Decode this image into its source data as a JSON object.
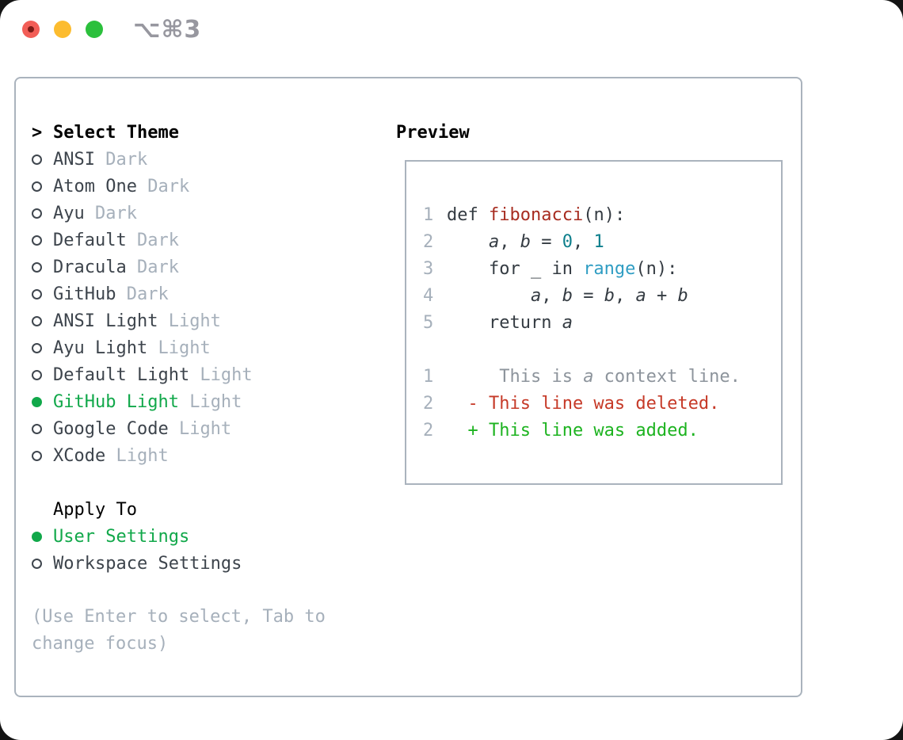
{
  "titlebar": {
    "shortcut": "⌥⌘3"
  },
  "colors": {
    "selection_green": "#11a84a",
    "diff_add_green": "#1db320",
    "diff_del_red": "#c63a28",
    "function_red": "#a72c20",
    "number_teal": "#0e7f8c",
    "builtin_blue": "#2f9dc3",
    "muted_gray": "#a6b0bb",
    "context_gray": "#8d949c",
    "border_gray": "#aab3bd",
    "traffic_red": "#f25e57",
    "traffic_yellow": "#fcbc2f",
    "traffic_green": "#2bc03c"
  },
  "theme_list": {
    "prompt": ">",
    "heading": "Select Theme",
    "items": [
      {
        "name": "ANSI",
        "variant": "Dark",
        "selected": false
      },
      {
        "name": "Atom One",
        "variant": "Dark",
        "selected": false
      },
      {
        "name": "Ayu",
        "variant": "Dark",
        "selected": false
      },
      {
        "name": "Default",
        "variant": "Dark",
        "selected": false
      },
      {
        "name": "Dracula",
        "variant": "Dark",
        "selected": false
      },
      {
        "name": "GitHub",
        "variant": "Dark",
        "selected": false
      },
      {
        "name": "ANSI Light",
        "variant": "Light",
        "selected": false
      },
      {
        "name": "Ayu Light",
        "variant": "Light",
        "selected": false
      },
      {
        "name": "Default Light",
        "variant": "Light",
        "selected": false
      },
      {
        "name": "GitHub Light",
        "variant": "Light",
        "selected": true
      },
      {
        "name": "Google Code",
        "variant": "Light",
        "selected": false
      },
      {
        "name": "XCode",
        "variant": "Light",
        "selected": false
      }
    ]
  },
  "apply_to": {
    "heading": "Apply To",
    "options": [
      {
        "label": "User Settings",
        "selected": true
      },
      {
        "label": "Workspace Settings",
        "selected": false
      }
    ]
  },
  "hint": "(Use Enter to select, Tab to change focus)",
  "preview": {
    "heading": "Preview",
    "rows": [
      {
        "number": "1",
        "tokens": [
          [
            "plain",
            "def "
          ],
          [
            "func",
            "fibonacci"
          ],
          [
            "plain",
            "(n):"
          ]
        ]
      },
      {
        "number": "2",
        "tokens": [
          [
            "plain",
            "    "
          ],
          [
            "var",
            "a"
          ],
          [
            "plain",
            ", "
          ],
          [
            "var",
            "b"
          ],
          [
            "plain",
            " = "
          ],
          [
            "num",
            "0"
          ],
          [
            "plain",
            ", "
          ],
          [
            "num",
            "1"
          ]
        ]
      },
      {
        "number": "3",
        "tokens": [
          [
            "plain",
            "    for _ in "
          ],
          [
            "builtin",
            "range"
          ],
          [
            "plain",
            "(n):"
          ]
        ]
      },
      {
        "number": "4",
        "tokens": [
          [
            "plain",
            "        "
          ],
          [
            "var",
            "a"
          ],
          [
            "plain",
            ", "
          ],
          [
            "var",
            "b"
          ],
          [
            "plain",
            " = "
          ],
          [
            "var",
            "b"
          ],
          [
            "plain",
            ", "
          ],
          [
            "var",
            "a"
          ],
          [
            "plain",
            " + "
          ],
          [
            "var",
            "b"
          ]
        ]
      },
      {
        "number": "5",
        "tokens": [
          [
            "plain",
            "    return "
          ],
          [
            "var",
            "a"
          ]
        ]
      },
      {
        "number": "",
        "tokens": []
      },
      {
        "number": "1",
        "tokens": [
          [
            "context",
            "     This is "
          ],
          [
            "ctxvar",
            "a"
          ],
          [
            "context",
            " context line."
          ]
        ]
      },
      {
        "number": "2",
        "tokens": [
          [
            "del",
            "  - This line was deleted."
          ]
        ]
      },
      {
        "number": "2",
        "tokens": [
          [
            "add",
            "  + This line was added."
          ]
        ]
      }
    ]
  }
}
